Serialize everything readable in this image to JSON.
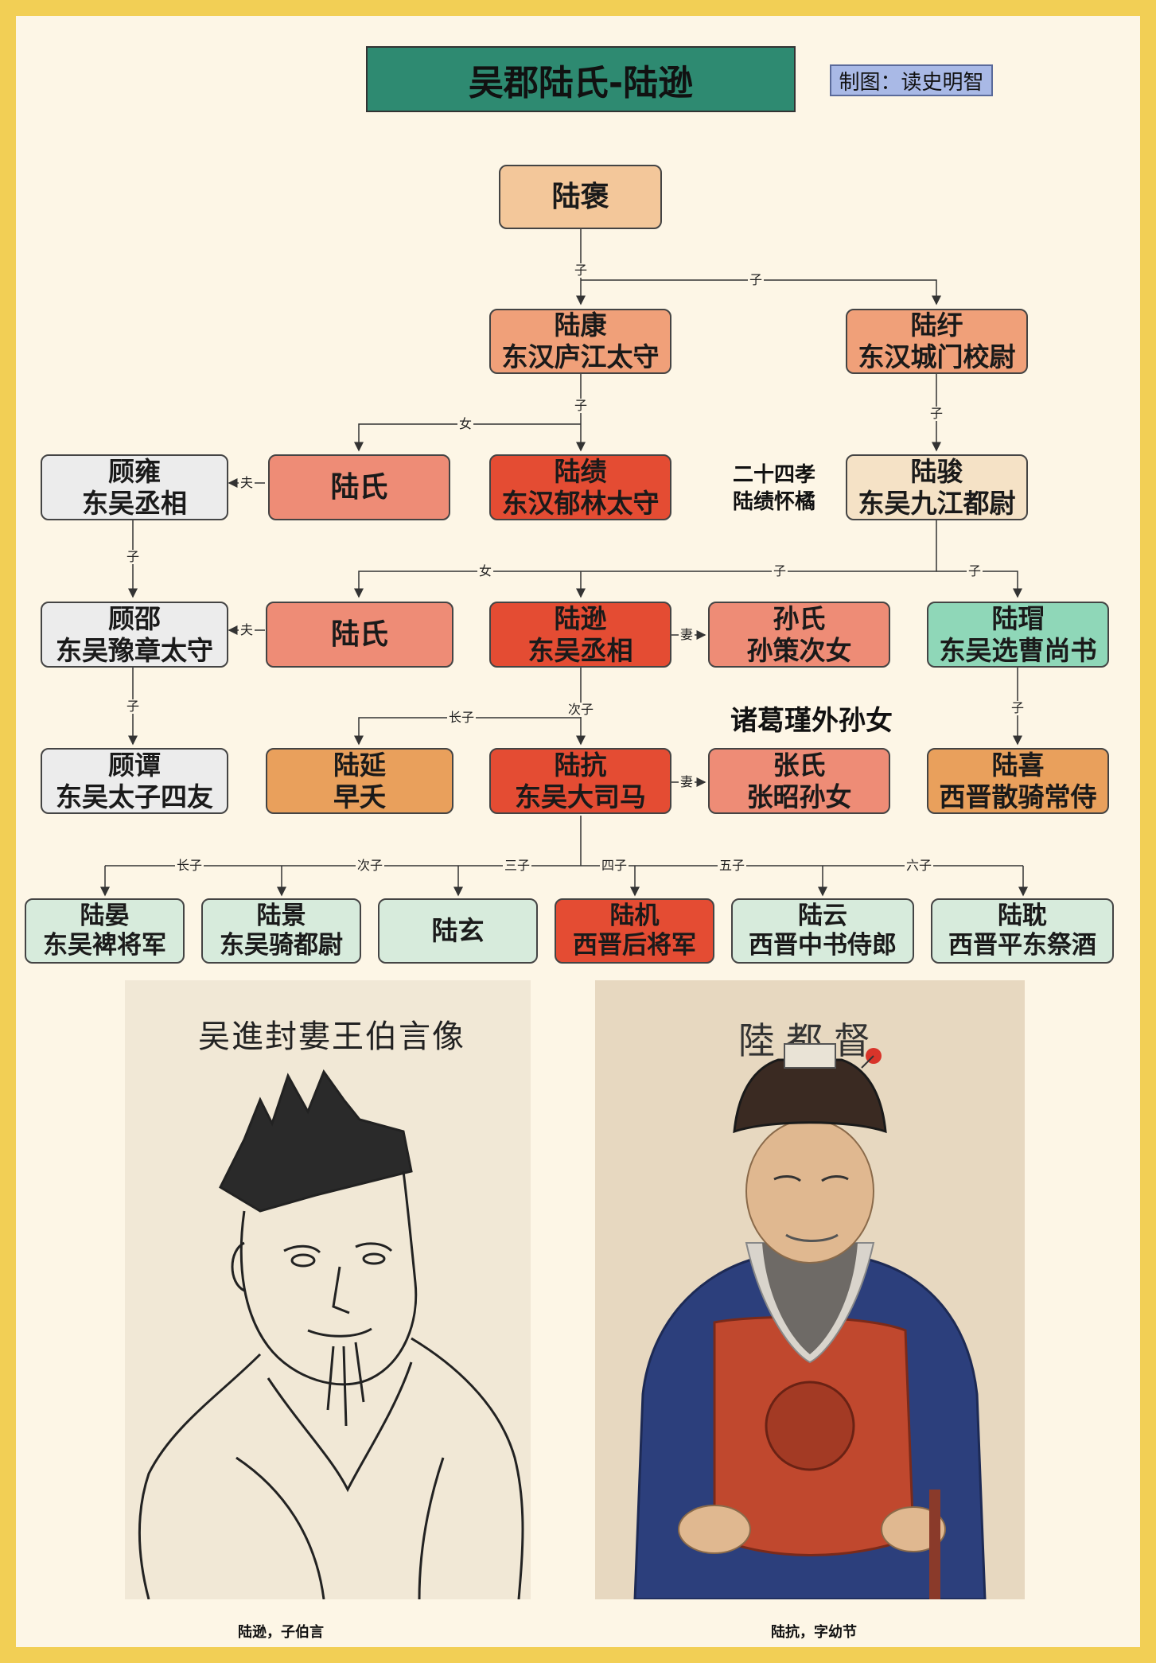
{
  "title": "吴郡陆氏-陆逊",
  "credit": "制图：读史明智",
  "notes": {
    "filial": [
      "二十四孝",
      "陆绩怀橘"
    ],
    "granddaughter": "诸葛瑾外孙女"
  },
  "nodes": {
    "lu_bao": {
      "line1": "陆褒"
    },
    "lu_kang": {
      "line1": "陆康",
      "line2": "东汉庐江太守"
    },
    "lu_yu": {
      "line1": "陆纡",
      "line2": "东汉城门校尉"
    },
    "gu_yong": {
      "line1": "顾雍",
      "line2": "东吴丞相"
    },
    "lu_shi_1": {
      "line1": "陆氏"
    },
    "lu_ji_1": {
      "line1": "陆绩",
      "line2": "东汉郁林太守"
    },
    "lu_jun": {
      "line1": "陆骏",
      "line2": "东吴九江都尉"
    },
    "gu_shao": {
      "line1": "顾邵",
      "line2": "东吴豫章太守"
    },
    "lu_shi_2": {
      "line1": "陆氏"
    },
    "lu_xun": {
      "line1": "陆逊",
      "line2": "东吴丞相"
    },
    "sun_shi": {
      "line1": "孙氏",
      "line2": "孙策次女"
    },
    "lu_mao": {
      "line1": "陆瑁",
      "line2": "东吴选曹尚书"
    },
    "gu_tan": {
      "line1": "顾谭",
      "line2": "东吴太子四友"
    },
    "lu_yan": {
      "line1": "陆延",
      "line2": "早夭"
    },
    "lu_kang2": {
      "line1": "陆抗",
      "line2": "东吴大司马"
    },
    "zhang_shi": {
      "line1": "张氏",
      "line2": "张昭孙女"
    },
    "lu_xi": {
      "line1": "陆喜",
      "line2": "西晋散骑常侍"
    },
    "lu_yan2": {
      "line1": "陆晏",
      "line2": "东吴裨将军"
    },
    "lu_jing": {
      "line1": "陆景",
      "line2": "东吴骑都尉"
    },
    "lu_xuan": {
      "line1": "陆玄"
    },
    "lu_ji_2": {
      "line1": "陆机",
      "line2": "西晋后将军"
    },
    "lu_yun": {
      "line1": "陆云",
      "line2": "西晋中书侍郎"
    },
    "lu_dan": {
      "line1": "陆耽",
      "line2": "西晋平东祭酒"
    }
  },
  "edge_labels": {
    "zi": "子",
    "nv": "女",
    "fu": "夫",
    "qi": "妻",
    "zhangzi": "长子",
    "cizi": "次子",
    "sanzi": "三子",
    "sizi": "四子",
    "wuzi": "五子",
    "liuzi": "六子"
  },
  "portraits": {
    "left_inscription": "吴進封婁王伯言像",
    "right_inscription": "陸都督",
    "left_caption": "陆逊，子伯言",
    "right_caption": "陆抗，字幼节"
  },
  "colors": {
    "border": "#f2cf55",
    "background": "#fdf6e6",
    "title": "#2e8a71",
    "credit": "#a9b9e6",
    "red": "#e44c33",
    "pink": "#ee8c76",
    "green": "#8fd7b8",
    "mint": "#d7ebdc"
  }
}
